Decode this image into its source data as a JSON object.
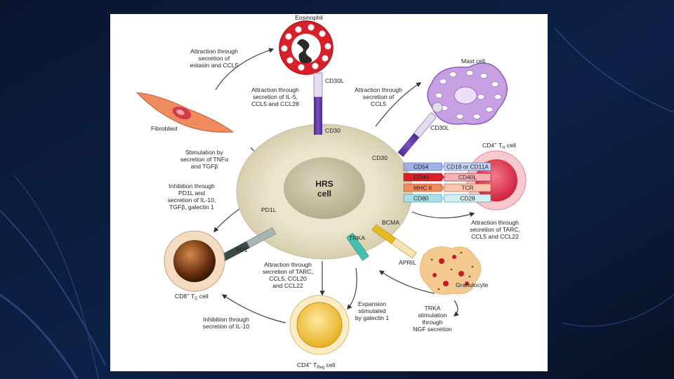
{
  "colors": {
    "background": "#0c1a36",
    "hrs_outer": "#e8e2ca",
    "hrs_nucleus": "#c9c3a6",
    "eosinophil": "#d8202b",
    "mast_cell": "#b990dc",
    "th_cell": "#e0314a",
    "cd8_cell": "#7a3a10",
    "treg_cell": "#f2c332",
    "fibroblast": "#f08a5f",
    "granulocyte": "#f3c98f",
    "cd30_stalk": "#6a3fb0"
  },
  "diagram": {
    "center": {
      "title": "HRS",
      "subtitle": "cell"
    },
    "cells": {
      "eosinophil": "Eosinophil",
      "mast": "Mast cell",
      "th_prefix": "CD4",
      "th_sup": "+",
      "th_mid": " T",
      "th_sub": "H",
      "th_suffix": " cell",
      "granulocyte": "Granulocyte",
      "treg_prefix": "CD4",
      "treg_sup": "+",
      "treg_mid": " T",
      "treg_sub": "Reg",
      "treg_suffix": " cell",
      "cd8_prefix": "CD8",
      "cd8_sup": "+",
      "cd8_mid": " T",
      "cd8_sub": "C",
      "cd8_suffix": " cell",
      "fibroblast": "Fibroblast"
    },
    "molecules": {
      "cd30_top": "CD30",
      "cd30l_top": "CD30L",
      "cd30_right": "CD30",
      "cd30l_right": "CD30L",
      "pd1l": "PD1L",
      "pd1": "PD1",
      "trka": "TRKA",
      "bcma": "BCMA",
      "april": "APRIL"
    },
    "receptor_pairs": [
      {
        "left": "CD54",
        "right": "CD18 or CD11A"
      },
      {
        "left": "CD40",
        "right": "CD40L"
      },
      {
        "left": "MHC II",
        "right": "TCR"
      },
      {
        "left": "CD80",
        "right": "CD28"
      }
    ],
    "annotations": {
      "eotaxin": [
        "Attraction through",
        "secretion of",
        "eotaxin and CCL5"
      ],
      "il5": [
        "Attraction through",
        "secretion of IL-5,",
        "CCL5 and CCL28"
      ],
      "mast": [
        "Attraction through",
        "secretion of",
        "CCL5"
      ],
      "tnf": [
        "Stimulation by",
        "secretion of TNFα",
        "and TGFβ"
      ],
      "pd1l": [
        "Inhibition through",
        "PD1L and",
        "secretion of IL-10,",
        "TGFβ, galectin 1"
      ],
      "th": [
        "Attraction through",
        "secretion of TARC,",
        "CCL5 and CCL22"
      ],
      "treg": [
        "Attraction through",
        "secretion of TARC,",
        "CCL5, CCL20",
        "and CCL22"
      ],
      "galectin": [
        "Expansion",
        "stimulated",
        "by galectin 1"
      ],
      "ngf": [
        "TRKA",
        "stimulation",
        "through",
        "NGF secretion"
      ],
      "il10": [
        "Inhibition through",
        "secretion of IL-10"
      ]
    }
  }
}
